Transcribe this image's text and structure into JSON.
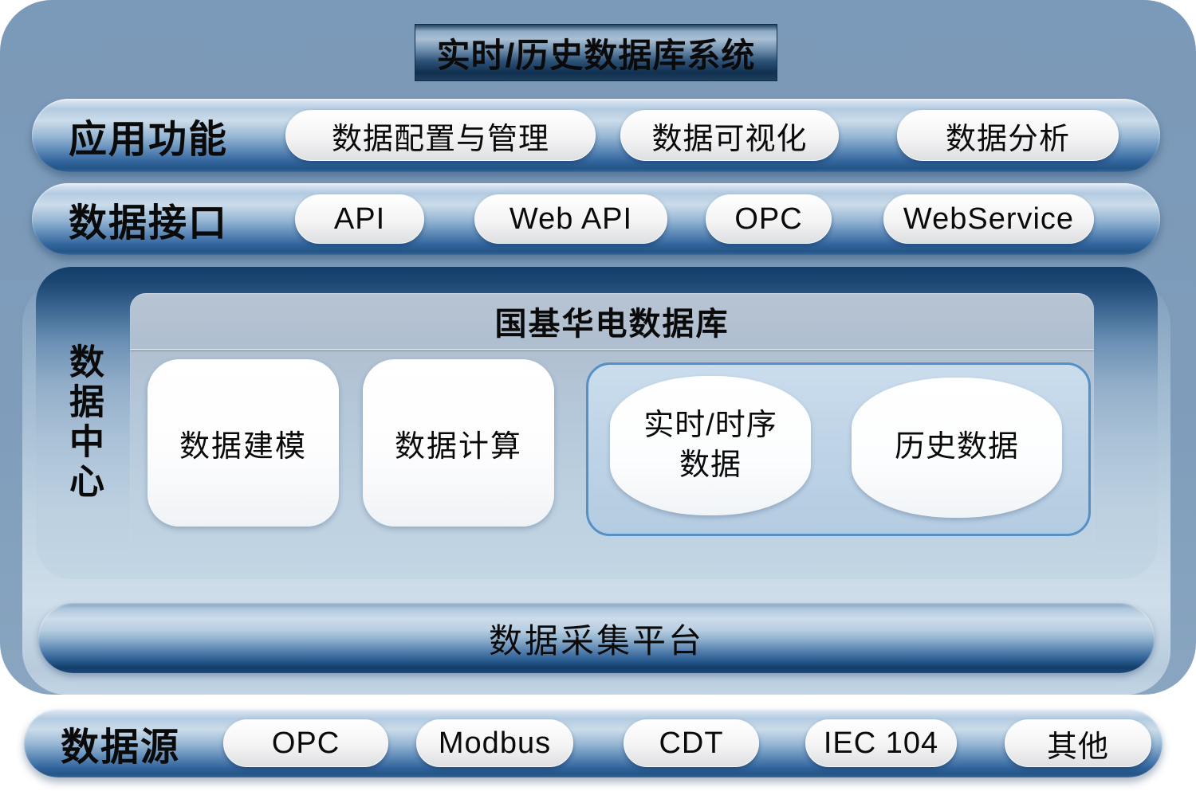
{
  "page": {
    "title": "实时/历史数据库系统"
  },
  "rows": {
    "app": {
      "label": "应用功能",
      "pills": [
        {
          "label": "数据配置与管理"
        },
        {
          "label": "数据可视化"
        },
        {
          "label": "数据分析"
        }
      ]
    },
    "api": {
      "label": "数据接口",
      "pills": [
        {
          "label": "API"
        },
        {
          "label": "Web API"
        },
        {
          "label": "OPC"
        },
        {
          "label": "WebService"
        }
      ]
    },
    "source": {
      "label": "数据源",
      "pills": [
        {
          "label": "OPC"
        },
        {
          "label": "Modbus"
        },
        {
          "label": "CDT"
        },
        {
          "label": "IEC 104"
        },
        {
          "label": "其他"
        }
      ]
    }
  },
  "data_center": {
    "label": "数据中心",
    "database_panel": {
      "title": "国基华电数据库",
      "modules": [
        {
          "label": "数据建模"
        },
        {
          "label": "数据计算"
        }
      ],
      "storage_group": [
        {
          "label": "实时/时序数据"
        },
        {
          "label": "历史数据"
        }
      ]
    }
  },
  "collection_platform": {
    "label": "数据采集平台"
  },
  "colors": {
    "backdrop_blue": "#7e9cba",
    "dark_navy": "#123e6b",
    "bar_gloss_blue": "#5e8ab8",
    "group_border_blue": "#5590c6",
    "pill_white": "#ffffff",
    "text_black": "#0a0a0a"
  }
}
